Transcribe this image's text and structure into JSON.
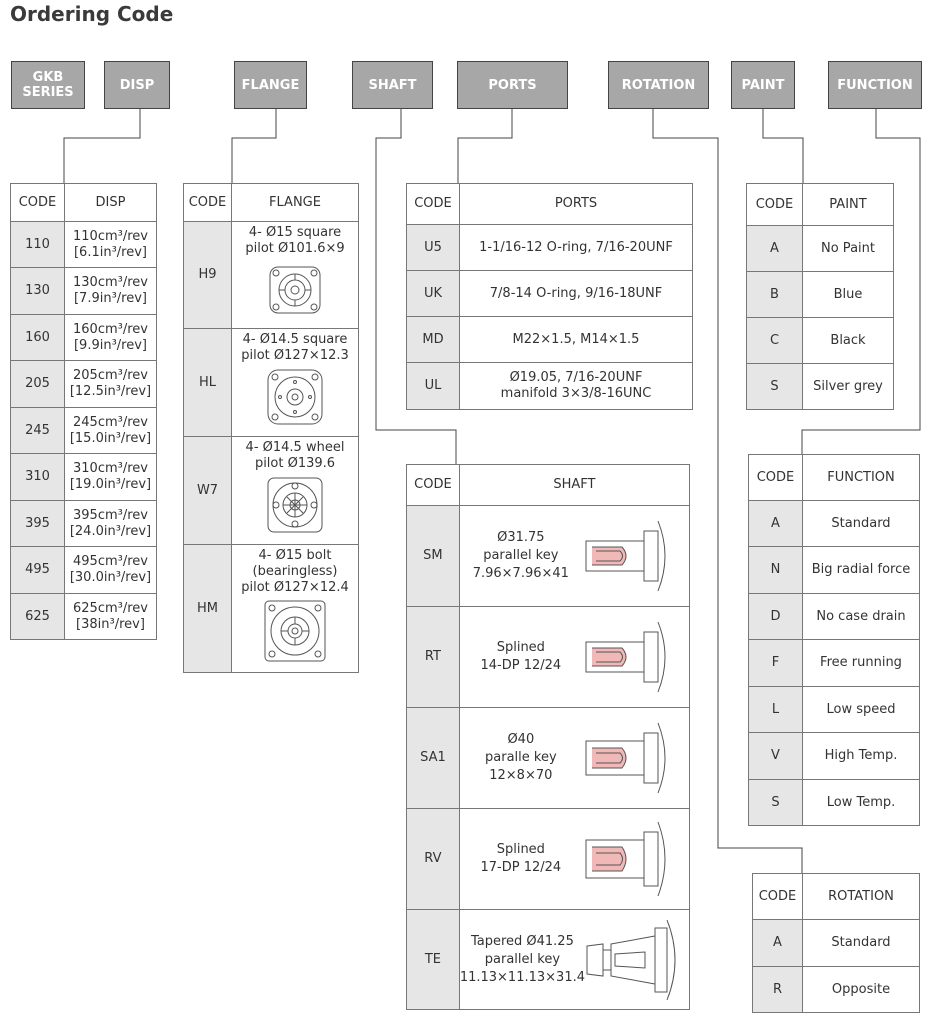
{
  "title": "Ordering Code",
  "headers": {
    "series": [
      "GKB",
      "SERIES"
    ],
    "disp": "DISP",
    "flange": "FLANGE",
    "shaft": "SHAFT",
    "ports": "PORTS",
    "rotation": "ROTATION",
    "paint": "PAINT",
    "function": "FUNCTION"
  },
  "disp_table": {
    "col_code": "CODE",
    "col_name": "DISP",
    "rows": [
      {
        "code": "110",
        "l1": "110cm³/rev",
        "l2": "[6.1in³/rev]"
      },
      {
        "code": "130",
        "l1": "130cm³/rev",
        "l2": "[7.9in³/rev]"
      },
      {
        "code": "160",
        "l1": "160cm³/rev",
        "l2": "[9.9in³/rev]"
      },
      {
        "code": "205",
        "l1": "205cm³/rev",
        "l2": "[12.5in³/rev]"
      },
      {
        "code": "245",
        "l1": "245cm³/rev",
        "l2": "[15.0in³/rev]"
      },
      {
        "code": "310",
        "l1": "310cm³/rev",
        "l2": "[19.0in³/rev]"
      },
      {
        "code": "395",
        "l1": "395cm³/rev",
        "l2": "[24.0in³/rev]"
      },
      {
        "code": "495",
        "l1": "495cm³/rev",
        "l2": "[30.0in³/rev]"
      },
      {
        "code": "625",
        "l1": "625cm³/rev",
        "l2": "[38in³/rev]"
      }
    ]
  },
  "flange_table": {
    "col_code": "CODE",
    "col_name": "FLANGE",
    "rows": [
      {
        "code": "H9",
        "l1": "4- Ø15 square",
        "l2": "pilot Ø101.6×9",
        "l3": ""
      },
      {
        "code": "HL",
        "l1": "4- Ø14.5 square",
        "l2": "pilot Ø127×12.3",
        "l3": ""
      },
      {
        "code": "W7",
        "l1": "4- Ø14.5 wheel",
        "l2": "pilot Ø139.6",
        "l3": ""
      },
      {
        "code": "HM",
        "l1": "4- Ø15 bolt",
        "l2": "(bearingless)",
        "l3": "pilot Ø127×12.4"
      }
    ]
  },
  "ports_table": {
    "col_code": "CODE",
    "col_name": "PORTS",
    "rows": [
      {
        "code": "U5",
        "l1": "1-1/16-12 O-ring, 7/16-20UNF",
        "l2": ""
      },
      {
        "code": "UK",
        "l1": "7/8-14 O-ring, 9/16-18UNF",
        "l2": ""
      },
      {
        "code": "MD",
        "l1": "M22×1.5, M14×1.5",
        "l2": ""
      },
      {
        "code": "UL",
        "l1": "Ø19.05, 7/16-20UNF",
        "l2": "manifold 3×3/8-16UNC"
      }
    ]
  },
  "shaft_table": {
    "col_code": "CODE",
    "col_name": "SHAFT",
    "rows": [
      {
        "code": "SM",
        "l1": "Ø31.75",
        "l2": "parallel key",
        "l3": "7.96×7.96×41"
      },
      {
        "code": "RT",
        "l1": "Splined",
        "l2": "14-DP 12/24",
        "l3": ""
      },
      {
        "code": "SA1",
        "l1": "Ø40",
        "l2": "paralle key",
        "l3": "12×8×70"
      },
      {
        "code": "RV",
        "l1": "Splined",
        "l2": "17-DP 12/24",
        "l3": ""
      },
      {
        "code": "TE",
        "l1": "Tapered Ø41.25",
        "l2": "parallel key",
        "l3": "11.13×11.13×31.4"
      }
    ]
  },
  "paint_table": {
    "col_code": "CODE",
    "col_name": "PAINT",
    "rows": [
      {
        "code": "A",
        "name": "No Paint"
      },
      {
        "code": "B",
        "name": "Blue"
      },
      {
        "code": "C",
        "name": "Black"
      },
      {
        "code": "S",
        "name": "Silver grey"
      }
    ]
  },
  "function_table": {
    "col_code": "CODE",
    "col_name": "FUNCTION",
    "rows": [
      {
        "code": "A",
        "name": "Standard"
      },
      {
        "code": "N",
        "name": "Big radial force"
      },
      {
        "code": "D",
        "name": "No case drain"
      },
      {
        "code": "F",
        "name": "Free running"
      },
      {
        "code": "L",
        "name": "Low speed"
      },
      {
        "code": "V",
        "name": "High Temp."
      },
      {
        "code": "S",
        "name": "Low Temp."
      }
    ]
  },
  "rotation_table": {
    "col_code": "CODE",
    "col_name": "ROTATION",
    "rows": [
      {
        "code": "A",
        "name": "Standard"
      },
      {
        "code": "R",
        "name": "Opposite"
      }
    ]
  }
}
